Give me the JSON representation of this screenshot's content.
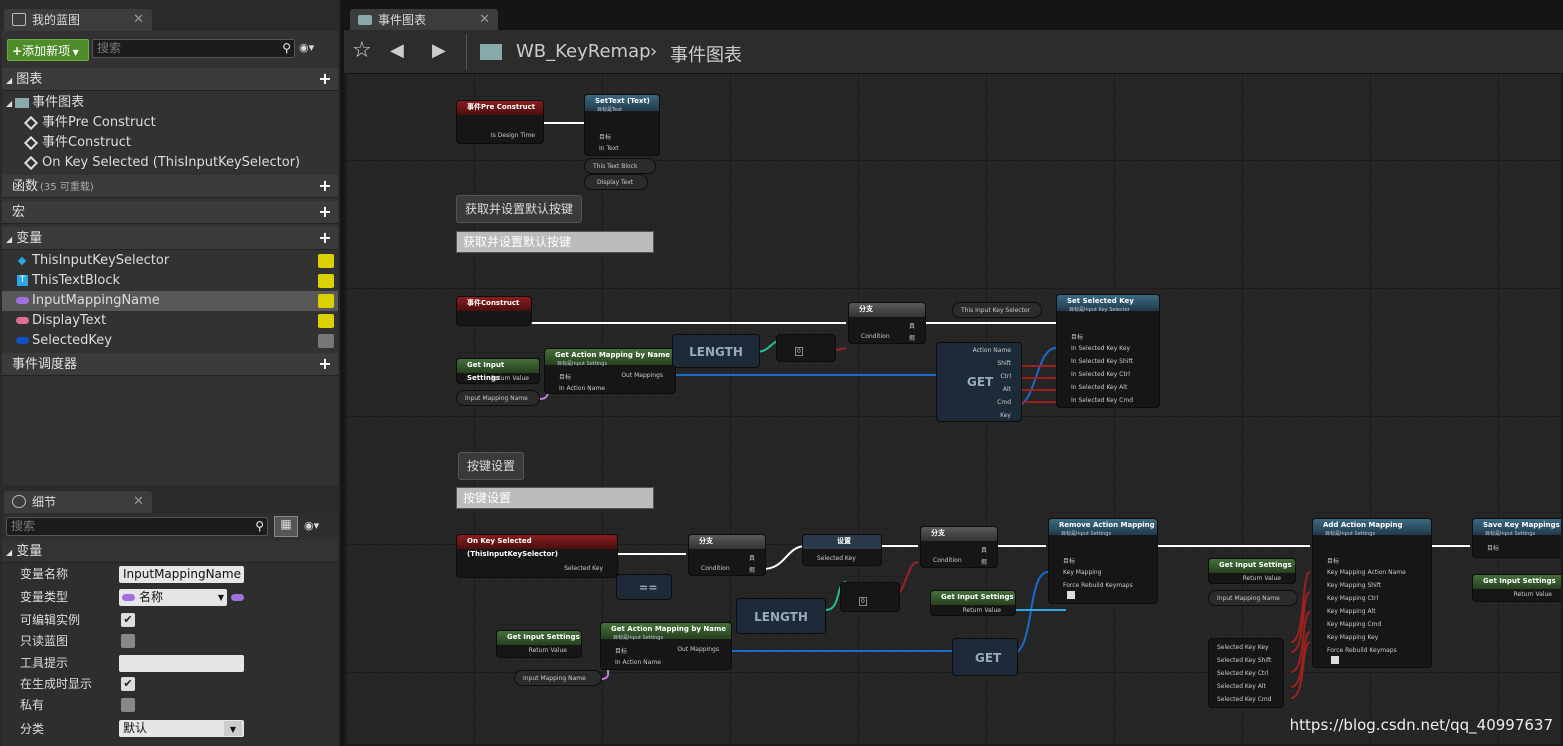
{
  "my_blueprint": {
    "tab_title": "我的蓝图",
    "add_new": "添加新项",
    "search_placeholder": "搜索",
    "sections": {
      "graphs": "图表",
      "event_graph": "事件图表",
      "events": [
        "事件Pre Construct",
        "事件Construct",
        "On Key Selected (ThisInputKeySelector)"
      ],
      "functions": "函数",
      "functions_count": "(35 可重载)",
      "macros": "宏",
      "variables": "变量",
      "event_dispatchers": "事件调度器"
    },
    "variables": [
      {
        "name": "ThisInputKeySelector",
        "color": "#2aa8e8"
      },
      {
        "name": "ThisTextBlock",
        "color": "#2aa8e8"
      },
      {
        "name": "InputMappingName",
        "color": "#a070e0"
      },
      {
        "name": "DisplayText",
        "color": "#e07090"
      },
      {
        "name": "SelectedKey",
        "color": "#1050c0"
      }
    ]
  },
  "details": {
    "tab_title": "细节",
    "search_placeholder": "搜索",
    "section": "变量",
    "rows": [
      {
        "label": "变量名称",
        "value": "InputMappingName"
      },
      {
        "label": "变量类型",
        "value": "名称"
      },
      {
        "label": "可编辑实例",
        "checked": true
      },
      {
        "label": "只读蓝图",
        "checked": false
      },
      {
        "label": "工具提示",
        "value": ""
      },
      {
        "label": "在生成时显示",
        "checked": true
      },
      {
        "label": "私有",
        "checked": false
      },
      {
        "label": "分类",
        "value": "默认"
      }
    ]
  },
  "graph": {
    "tab_title": "事件图表",
    "breadcrumb_root": "WB_KeyRemap",
    "breadcrumb_current": "事件图表",
    "comments": [
      {
        "bubble": "获取并设置默认按键",
        "label": "获取并设置默认按键"
      },
      {
        "bubble": "按键设置",
        "label": "按键设置"
      }
    ],
    "nodes": {
      "pre_construct": {
        "title": "事件Pre Construct",
        "pin": "Is Design Time"
      },
      "set_text": {
        "title": "SetText (Text)",
        "sub": "目标是Text",
        "pins": [
          "目标",
          "In Text"
        ]
      },
      "this_text_block": "This Text Block",
      "display_text": "Display Text",
      "construct": {
        "title": "事件Construct"
      },
      "branch1": {
        "title": "分支",
        "pins": [
          "Condition",
          "真",
          "假"
        ]
      },
      "this_input_key_selector": "This Input Key Selector",
      "set_selected_key": {
        "title": "Set Selected Key",
        "sub": "目标是Input Key Selector",
        "pins": [
          "目标",
          "In Selected Key Key",
          "In Selected Key Shift",
          "In Selected Key Ctrl",
          "In Selected Key Alt",
          "In Selected Key Cmd"
        ]
      },
      "get_input_settings": {
        "title": "Get Input Settings",
        "pin": "Return Value"
      },
      "get_action_mapping": {
        "title": "Get Action Mapping by Name",
        "sub": "目标是Input Settings",
        "pins": [
          "目标",
          "In Action Name",
          "Out Mappings"
        ]
      },
      "input_mapping_name": "Input Mapping Name",
      "length": "LENGTH",
      "get": "GET",
      "get_pins": [
        "Action Name",
        "Shift",
        "Ctrl",
        "Alt",
        "Cmd",
        "Key"
      ],
      "on_key_selected": {
        "title": "On Key Selected (ThisInputKeySelector)",
        "pin": "Selected Key"
      },
      "branch2": {
        "title": "分支",
        "pins": [
          "Condition",
          "真",
          "假"
        ]
      },
      "set_node": {
        "title": "设置",
        "pin": "Selected Key"
      },
      "branch3": {
        "title": "分支",
        "pins": [
          "Condition",
          "真",
          "假"
        ]
      },
      "remove_mapping": {
        "title": "Remove Action Mapping",
        "sub": "目标是Input Settings",
        "pins": [
          "目标",
          "Key Mapping",
          "Force Rebuild Keymaps"
        ]
      },
      "add_mapping": {
        "title": "Add Action Mapping",
        "sub": "目标是Input Settings",
        "pins": [
          "目标",
          "Key Mapping Action Name",
          "Key Mapping Shift",
          "Key Mapping Ctrl",
          "Key Mapping Alt",
          "Key Mapping Cmd",
          "Key Mapping Key",
          "Force Rebuild Keymaps"
        ]
      },
      "save_mappings": {
        "title": "Save Key Mappings",
        "sub": "目标是Input Settings",
        "pin": "目标"
      },
      "selected_key_pins": [
        "Selected Key Key",
        "Selected Key Shift",
        "Selected Key Ctrl",
        "Selected Key Alt",
        "Selected Key Cmd"
      ],
      "eq": "==",
      "zero": "0"
    },
    "watermark": "https://blog.csdn.net/qq_40997637"
  }
}
